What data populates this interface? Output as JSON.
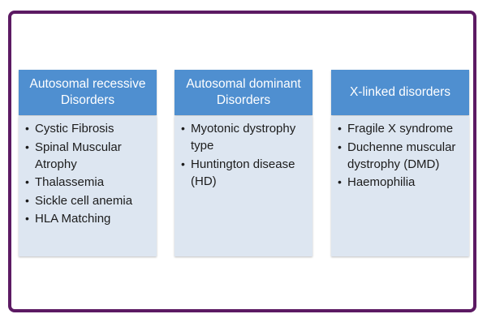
{
  "colors": {
    "frame_border": "#5c1a63",
    "header_fill": "#4f8fd0",
    "body_fill": "#dde6f1",
    "header_text": "#ffffff"
  },
  "columns": [
    {
      "title": "Autosomal recessive Disorders",
      "items": [
        "Cystic Fibrosis",
        "Spinal Muscular Atrophy",
        "Thalassemia",
        "Sickle cell anemia",
        "HLA Matching"
      ]
    },
    {
      "title": "Autosomal dominant Disorders",
      "items": [
        "Myotonic dystrophy type",
        "Huntington disease (HD)"
      ]
    },
    {
      "title": "X-linked disorders",
      "items": [
        "Fragile X syndrome",
        "Duchenne muscular dystrophy (DMD)",
        "Haemophilia"
      ]
    }
  ],
  "bullet_glyph": "•"
}
